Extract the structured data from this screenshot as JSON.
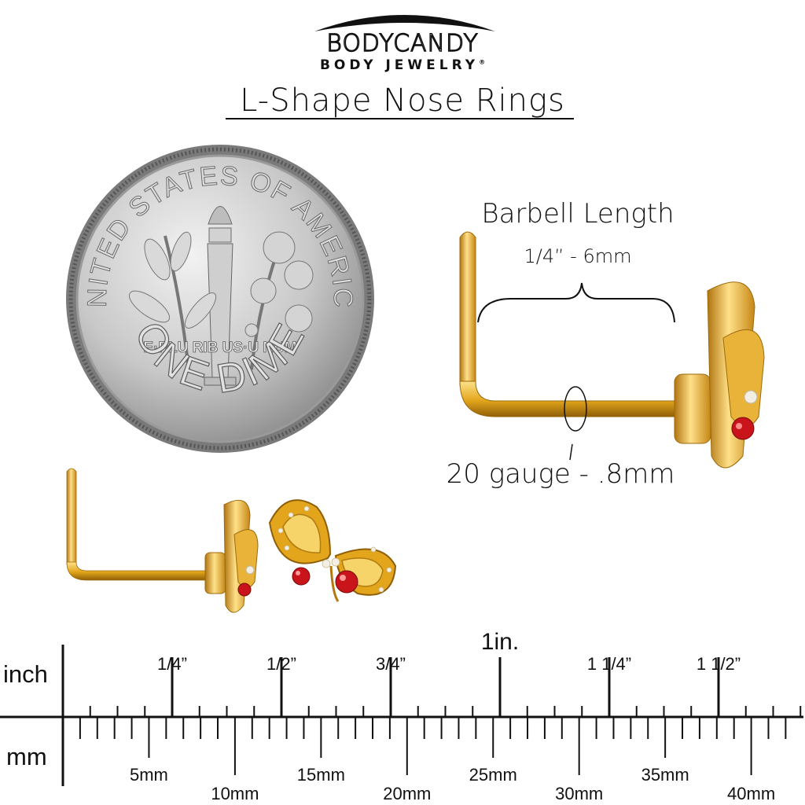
{
  "brand": {
    "name": "BODYCANDY",
    "subtitle": "BODY JEWELRY",
    "registered": "®"
  },
  "title": "L-Shape Nose Rings",
  "coin": {
    "top_text": "UNITED STATES OF AMERICA",
    "motto": "E·PLU RIB US·U NUM",
    "bottom_text": "ONE DIME"
  },
  "measurements": {
    "barbell_label": "Barbell Length",
    "barbell_value": "1/4” - 6mm",
    "gauge_label": "20 gauge - .8mm"
  },
  "ruler": {
    "inch_unit": "inch",
    "mm_unit": "mm",
    "inch_labels": [
      "1/4”",
      "1/2”",
      "3/4”",
      "1in.",
      "1 1/4”",
      "1 1/2”"
    ],
    "mm_labels": [
      "5mm",
      "10mm",
      "15mm",
      "20mm",
      "25mm",
      "30mm",
      "35mm",
      "40mm"
    ]
  },
  "colors": {
    "gold": "#e2a51c",
    "gold_dark": "#a5700a",
    "gold_light": "#fde28a",
    "crystal_red": "#c8141a",
    "opal": "#f3efe4",
    "silver": "#c9c9c9"
  }
}
